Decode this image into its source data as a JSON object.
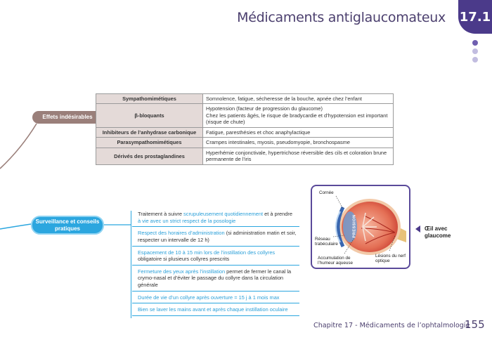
{
  "header": {
    "title": "Médicaments antiglaucomateux",
    "chapter_number": "17.1"
  },
  "side_effects": {
    "label": "Effets indésirables",
    "rows": [
      {
        "drug": "Sympathomimétiques",
        "effects": [
          "Somnolence, fatigue, sécheresse de la bouche, apnée chez l’enfant"
        ]
      },
      {
        "drug": "β-bloquants",
        "effects": [
          "Hypotension (facteur de progression du glaucome)",
          "Chez les patients âgés, le risque de bradycardie et d’hypotension est important (risque de chute)"
        ]
      },
      {
        "drug": "Inhibiteurs de  l’anhydrase carbonique",
        "effects": [
          "Fatigue, paresthésies et choc anaphylactique"
        ]
      },
      {
        "drug": "Parasympathomimétiques",
        "effects": [
          "Crampes intestinales, myosis, pseudomyopie, bronchospasme"
        ]
      },
      {
        "drug": "Dérivés des prostaglandines",
        "effects": [
          "Hyperhémie conjonctivale, hypertrichose réversible des cils et coloration brune permanente de l’iris"
        ]
      }
    ]
  },
  "surveillance": {
    "label": "Surveillance et conseils pratiques",
    "items": [
      [
        {
          "t": "Traitement à suivre ",
          "hl": false
        },
        {
          "t": "scrupuleusement quotidiennement",
          "hl": true
        },
        {
          "t": " et à prendre ",
          "hl": false
        },
        {
          "t": "à vie avec un strict respect de la posologie",
          "hl": true
        }
      ],
      [
        {
          "t": "Respect des horaires d’administration",
          "hl": true
        },
        {
          "t": " (si administration matin et soir, respecter un intervalle de 12 h)",
          "hl": false
        }
      ],
      [
        {
          "t": "Espacement de 10 à 15 min lors de l’instillation des collyres",
          "hl": true
        },
        {
          "t": " obligatoire si plusieurs collyres prescrits",
          "hl": false
        }
      ],
      [
        {
          "t": "Fermeture des yeux après l’instillation",
          "hl": true
        },
        {
          "t": " permet de fermer le canal la crymo-nasal et d’éviter le passage du collyre dans la circulation générale",
          "hl": false
        }
      ],
      [
        {
          "t": "Durée de vie d’un collyre après ouverture = 15 j à 1 mois max",
          "hl": true
        }
      ],
      [
        {
          "t": "Bien se laver les mains avant et après chaque instillation oculaire",
          "hl": true
        }
      ]
    ]
  },
  "eye_figure": {
    "labels": {
      "cornee": "Cornée",
      "pression": "PRESSION",
      "reseau": "Réseau trabéculaire",
      "accumulation": "Accumulation de l’humeur aqueuse",
      "lesions": "Lésions du nerf optique"
    },
    "caption": "Œil avec glaucome"
  },
  "footer": {
    "chapter_text": "Chapitre 17 - Médicaments de l’ophtalmologie",
    "page_number": "155"
  },
  "colors": {
    "purple": "#4b3a8a",
    "blue": "#2ba6df",
    "table_drug_bg": "#e4dad8",
    "pill_brown": "#9a7f7a"
  }
}
